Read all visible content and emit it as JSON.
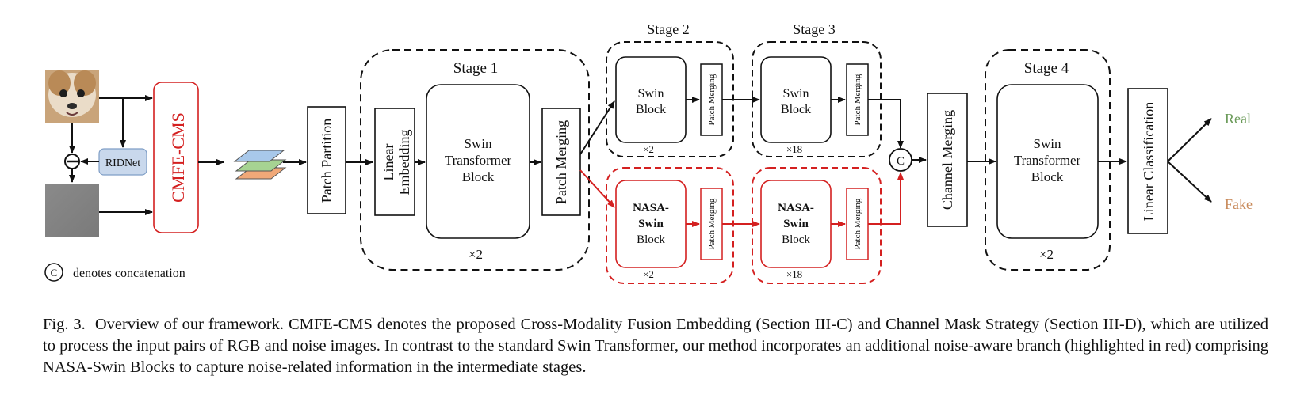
{
  "diagram": {
    "cmfe_label": "CMFE-CMS",
    "ridnet_label": "RIDNet",
    "patch_partition": "Patch Partition",
    "linear_embedding": [
      "Linear",
      "Embedding"
    ],
    "patch_merging": "Patch Merging",
    "swin_transformer_block": [
      "Swin",
      "Transformer",
      "Block"
    ],
    "swin_block": [
      "Swin",
      "Block"
    ],
    "nasa_swin_block": [
      "NASA-",
      "Swin",
      "Block"
    ],
    "channel_merging": "Channel Merging",
    "linear_classification": "Linear Classification",
    "stage1": "Stage 1",
    "stage2": "Stage 2",
    "stage3": "Stage 3",
    "stage4": "Stage 4",
    "repeat_x2": "×2",
    "repeat_x18": "×18",
    "concat_symbol": "C",
    "concat_legend": "denotes concatenation",
    "output_real": "Real",
    "output_fake": "Fake",
    "colors": {
      "red_branch": "#d42020",
      "real": "#6a9a58",
      "fake": "#c98b5c",
      "ridnet_fill": "#c9d8ec",
      "layer_blue": "#a8c8ea",
      "layer_green": "#a6d392",
      "layer_orange": "#f0a878"
    }
  },
  "caption": {
    "label": "Fig. 3.",
    "text": "Overview of our framework. CMFE-CMS denotes the proposed Cross-Modality Fusion Embedding (Section III-C) and Channel Mask Strategy (Section III-D), which are utilized to process the input pairs of RGB and noise images. In contrast to the standard Swin Transformer, our method incorporates an additional noise-aware branch (highlighted in red) comprising NASA-Swin Blocks to capture noise-related information in the intermediate stages."
  }
}
